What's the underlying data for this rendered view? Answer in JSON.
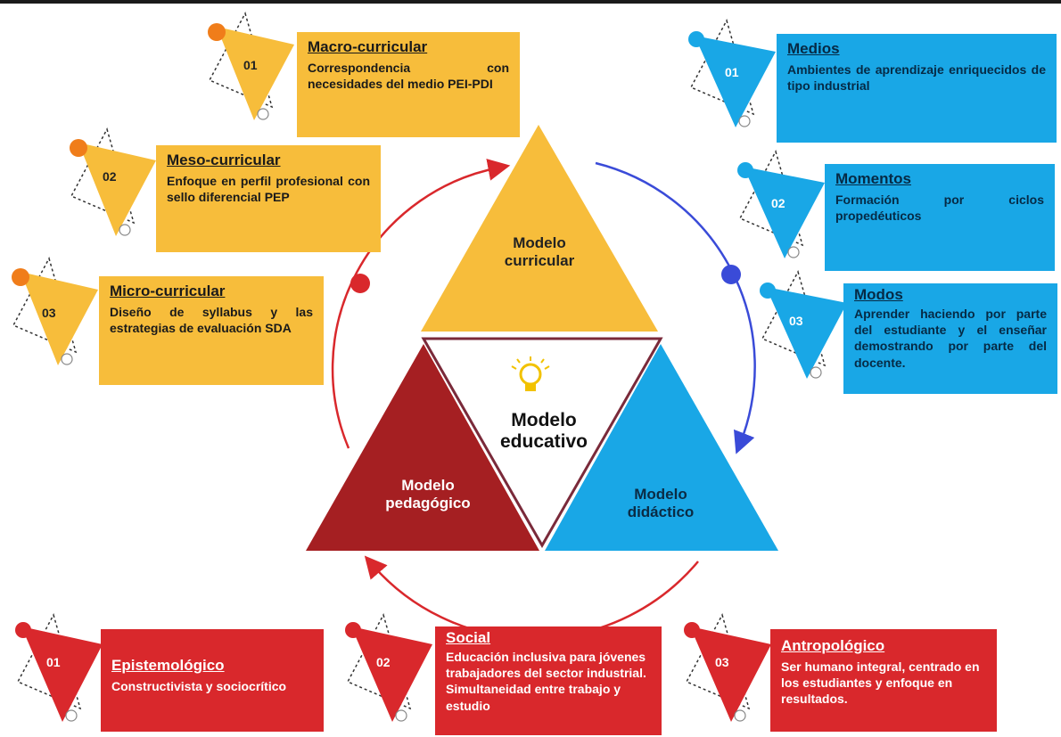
{
  "colors": {
    "yellow": "#f7bd3b",
    "blue": "#19a7e6",
    "red": "#d9282c",
    "dark_red": "#a51f22",
    "arc_red": "#d9282c",
    "arc_blue": "#3a4bd8"
  },
  "center": {
    "curricular_line1": "Modelo",
    "curricular_line2": "curricular",
    "educativo_line1": "Modelo",
    "educativo_line2": "educativo",
    "pedagogico_line1": "Modelo",
    "pedagogico_line2": "pedagógico",
    "didactico_line1": "Modelo",
    "didactico_line2": "didáctico",
    "icon": "lightbulb-icon"
  },
  "curricular": [
    {
      "num": "01",
      "title": "Macro-curricular",
      "desc": "Correspondencia con necesidades del medio PEI-PDI"
    },
    {
      "num": "02",
      "title": "Meso-curricular",
      "desc": "Enfoque en perfil profesional con sello diferencial PEP"
    },
    {
      "num": "03",
      "title": "Micro-curricular",
      "desc": "Diseño de syllabus y las estrategias de evaluación SDA"
    }
  ],
  "didactico": [
    {
      "num": "01",
      "title": "Medios",
      "desc": "Ambientes de aprendizaje enriquecidos de tipo industrial"
    },
    {
      "num": "02",
      "title": "Momentos",
      "desc": "Formación por ciclos propedéuticos"
    },
    {
      "num": "03",
      "title": "Modos",
      "desc": "Aprender haciendo por parte del estudiante y el enseñar demostrando por parte del docente."
    }
  ],
  "pedagogico": [
    {
      "num": "01",
      "title": "Epistemológico",
      "desc": "Constructivista y sociocrítico"
    },
    {
      "num": "02",
      "title": "Social",
      "desc": "Educación inclusiva para jóvenes trabajadores del sector industrial. Simultaneidad entre trabajo y estudio"
    },
    {
      "num": "03",
      "title": "Antropológico",
      "desc": "Ser humano integral, centrado en los estudiantes y enfoque en resultados."
    }
  ]
}
